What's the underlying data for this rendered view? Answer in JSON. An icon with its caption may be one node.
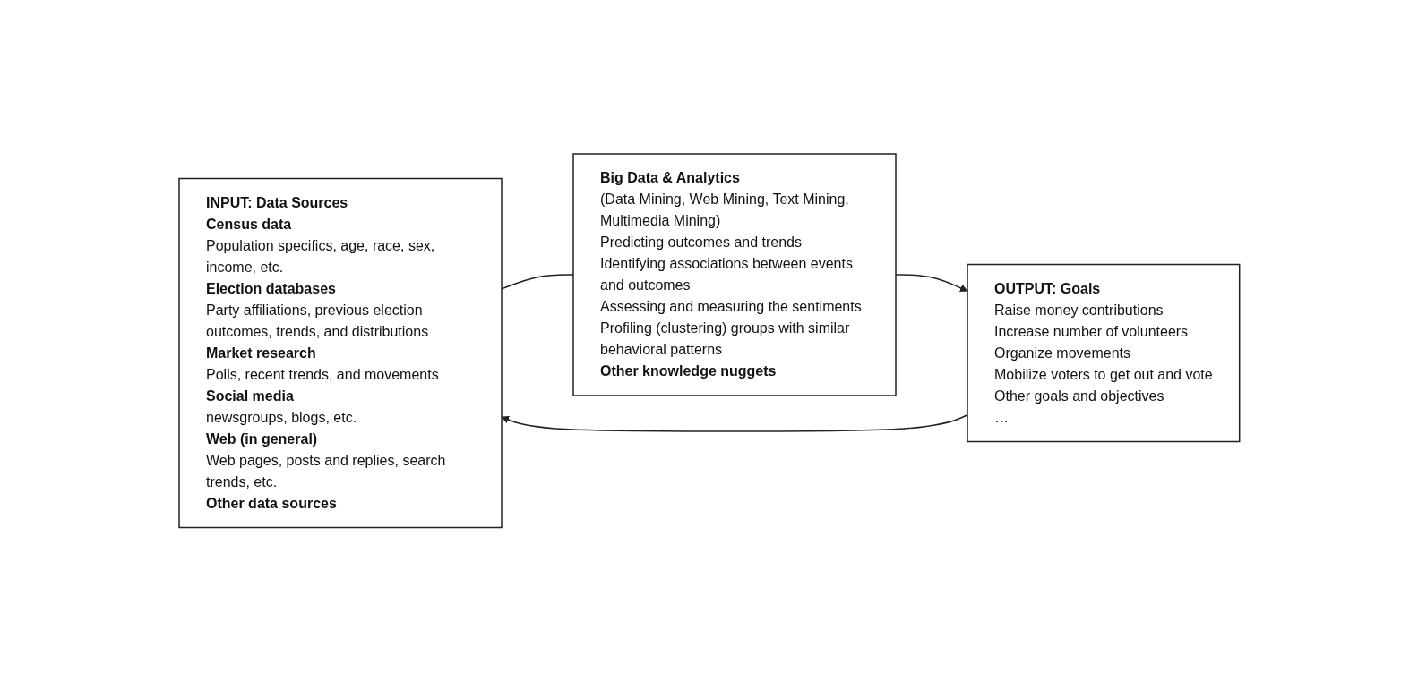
{
  "diagram": {
    "nodes": [
      {
        "text": [
          "INPUT: Data Sources",
          "Census data",
          "Population specifics, age, race, sex, income, etc.",
          "Election databases",
          "Party affiliations, previous election outcomes, trends, and distributions",
          "Market research",
          "Polls, recent trends, and movements",
          "Social media",
          "newsgroups, blogs, etc.",
          "Web (in general)",
          "Web pages, posts and replies, search trends, etc.",
          "Other data sources"
        ]
      },
      {
        "text": [
          "Big Data & Analytics",
          "(Data Mining, Web Mining, Text Mining, Multimedia Mining)",
          "Predicting outcomes and trends",
          "Identifying associations between events and outcomes",
          "Assessing and measuring the sentiments",
          "Profiling (clustering) groups with similar behavioral patterns",
          "Other knowledge nuggets"
        ]
      },
      {
        "text": [
          "OUTPUT: Goals",
          "Raise money contributions",
          "Increase number of volunteers",
          "Organize movements",
          "Mobilize voters to get out and vote",
          "Other goals and objectives",
          "…"
        ]
      }
    ],
    "edges": [
      {
        "from": 0,
        "to": 1,
        "arrow": "none"
      },
      {
        "from": 1,
        "to": 2,
        "arrow": "to"
      },
      {
        "from": 2,
        "to": 0,
        "arrow": "to"
      }
    ]
  }
}
